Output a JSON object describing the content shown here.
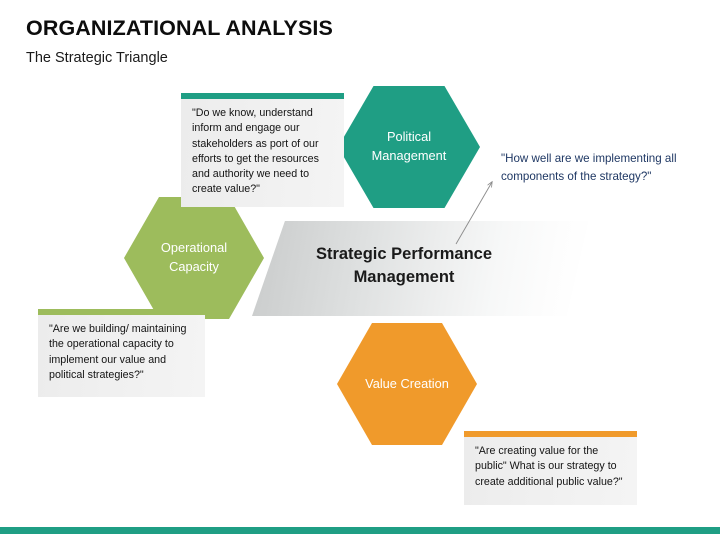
{
  "header": {
    "title": "ORGANIZATIONAL ANALYSIS",
    "subtitle": "The Strategic Triangle"
  },
  "center": {
    "label": "Strategic Performance\nManagement"
  },
  "nodes": {
    "political": {
      "label": "Political\nManagement",
      "color": "#1F9E84"
    },
    "operational": {
      "label": "Operational\nCapacity",
      "color": "#9DBC5C"
    },
    "value": {
      "label": "Value Creation",
      "color": "#F09A2B"
    }
  },
  "callouts": {
    "political": {
      "text": "\"Do we know, understand inform and engage our stakeholders as port of our efforts to get the resources and authority we need to create value?\"",
      "accent": "#1F9E84"
    },
    "operational": {
      "text": "\"Are we building/ maintaining the operational capacity to implement our value and political strategies?\"",
      "accent": "#9DBC5C"
    },
    "value": {
      "text": "\"Are creating value for the public\" What is our strategy to create additional public value?\"",
      "accent": "#F09A2B"
    }
  },
  "notes": {
    "strategy": {
      "text": "\"How well are we implementing all components of the strategy?\"",
      "color": "#1F3864"
    }
  },
  "footer": {
    "accent": "#1F9E84"
  }
}
